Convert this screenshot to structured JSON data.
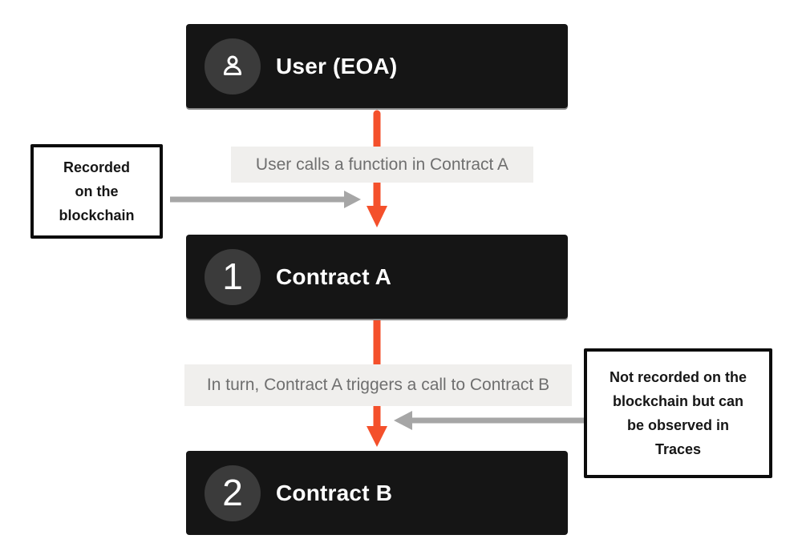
{
  "colors": {
    "background": "#ffffff",
    "box-bg": "#151515",
    "box-text": "#ffffff",
    "circle-bg": "#3b3b3b",
    "box-bottom-line": "#8a8a8a",
    "label-bg": "#f0efed",
    "label-text": "#6f6f6f",
    "orange": "#f4502b",
    "gray-arrow": "#a6a6a6",
    "note-bg": "#ffffff",
    "note-border": "#0c0c0c",
    "note-text": "#161616"
  },
  "icons": {
    "user": "user-icon"
  },
  "nodes": {
    "user": {
      "label": "User (EOA)"
    },
    "contract_a": {
      "label": "Contract A",
      "badge": "1"
    },
    "contract_b": {
      "label": "Contract B",
      "badge": "2"
    }
  },
  "edges": {
    "user_to_a_label": "User calls a function in Contract A",
    "a_to_b_label": "In turn, Contract A triggers a call to Contract B"
  },
  "notes": {
    "left": "Recorded\non the\nblockchain",
    "right": "Not recorded on the\nblockchain but can\nbe observed in\nTraces"
  }
}
